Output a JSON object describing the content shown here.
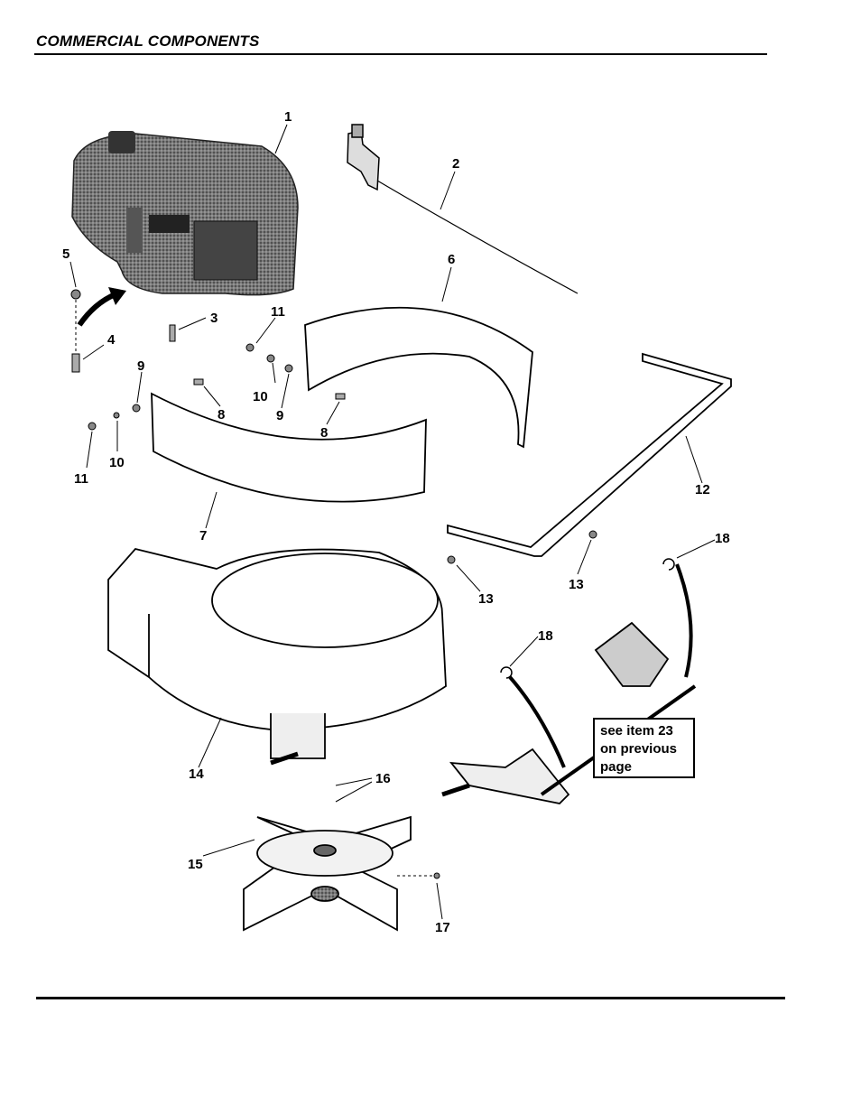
{
  "header": {
    "title": "COMMERCIAL COMPONENTS"
  },
  "callouts": [
    "1",
    "2",
    "3",
    "4",
    "5",
    "6",
    "7",
    "8",
    "8",
    "9",
    "9",
    "10",
    "10",
    "11",
    "11",
    "12",
    "13",
    "13",
    "14",
    "15",
    "16",
    "17",
    "18",
    "18"
  ],
  "note": {
    "line1": "see item 23",
    "line2": "on previous",
    "line3": "page"
  }
}
